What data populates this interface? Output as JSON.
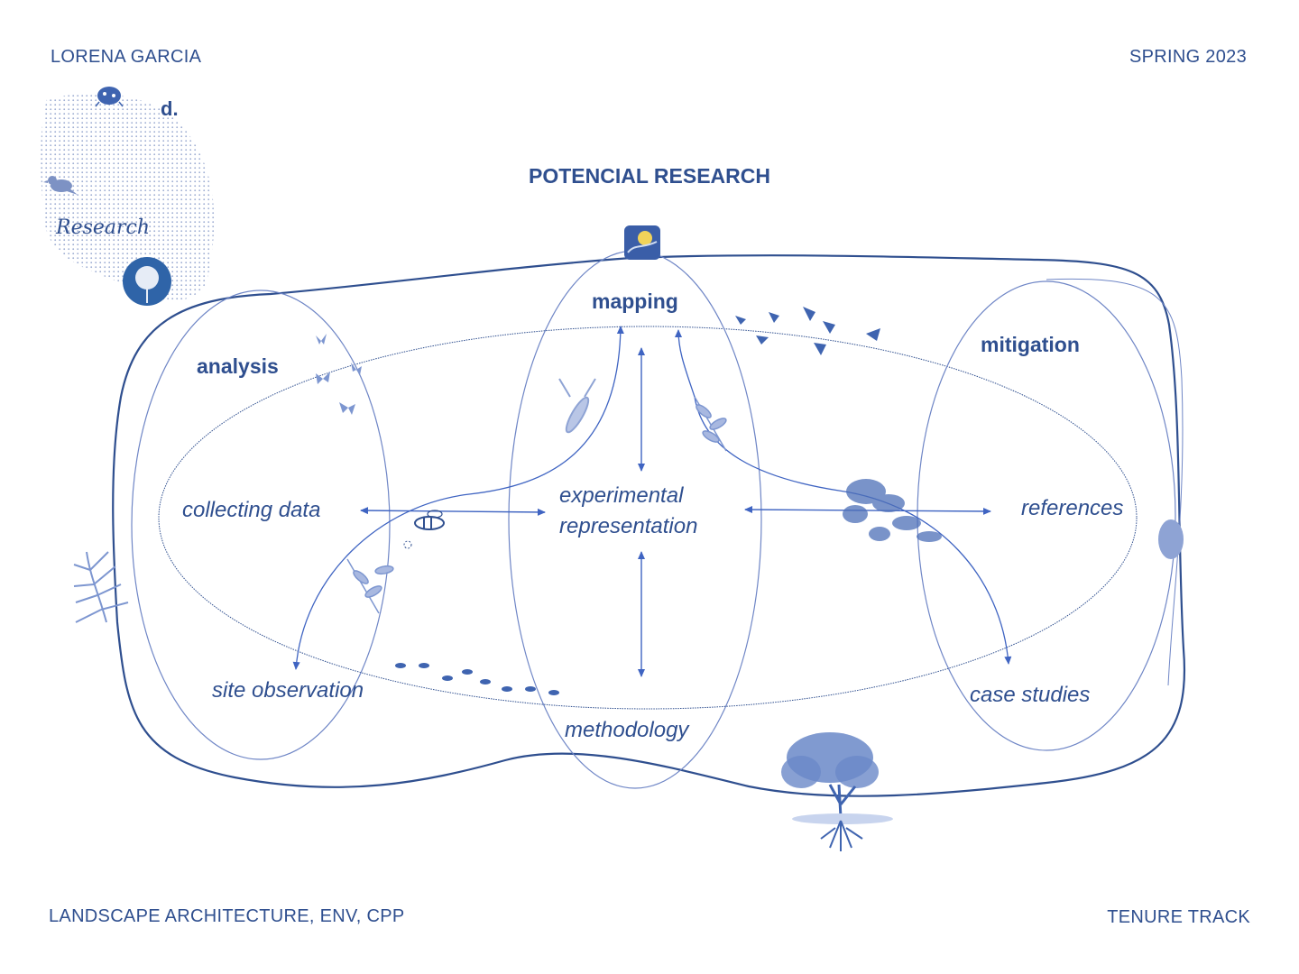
{
  "header": {
    "author": "LORENA GARCIA",
    "term": "SPRING 2023"
  },
  "footer": {
    "department": "LANDSCAPE ARCHITECTURE, ENV, CPP",
    "track": "TENURE TRACK"
  },
  "badge": {
    "letter": "d.",
    "label": "Research"
  },
  "title": "POTENCIAL RESEARCH",
  "nodes": {
    "mapping": "mapping",
    "analysis": "analysis",
    "mitigation": "mitigation",
    "collecting_data": "collecting data",
    "experimental_line1": "experimental",
    "experimental_line2": "representation",
    "references": "references",
    "site_observation": "site observation",
    "methodology": "methodology",
    "case_studies": "case studies"
  },
  "colors": {
    "ink": "#2f4f8f",
    "line": "#6f86c6",
    "arrow": "#3f64c2",
    "illustration": "#4d6fb8"
  }
}
